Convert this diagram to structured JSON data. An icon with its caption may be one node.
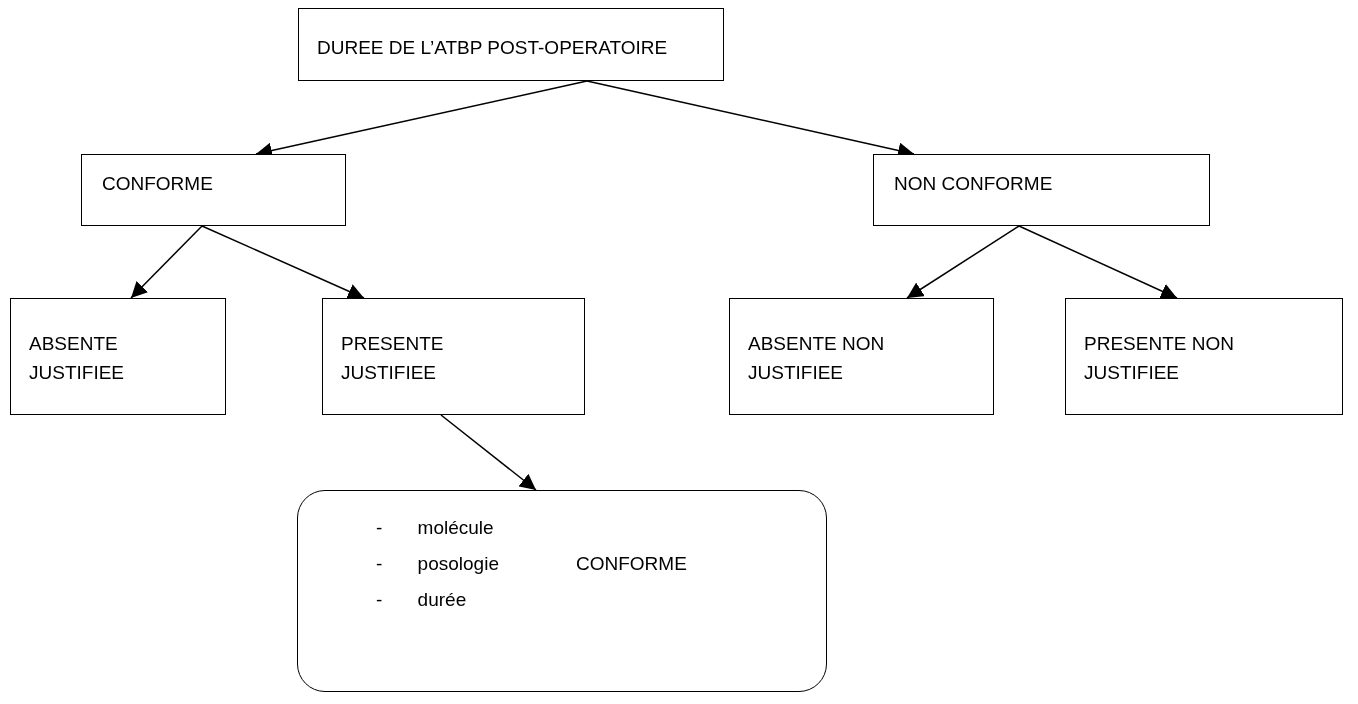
{
  "diagram": {
    "nodes": [
      {
        "text": [
          "DUREE DE L’ATBP POST-OPERATOIRE"
        ]
      },
      {
        "text": [
          "CONFORME"
        ]
      },
      {
        "text": [
          "NON CONFORME"
        ]
      },
      {
        "text": [
          "ABSENTE JUSTIFIEE"
        ]
      },
      {
        "text": [
          "PRESENTE JUSTIFIEE"
        ]
      },
      {
        "text": [
          "ABSENTE NON JUSTIFIEE"
        ]
      },
      {
        "text": [
          "PRESENTE NON JUSTIFIEE"
        ]
      },
      {
        "text": [
          "- molécule",
          "- posologie",
          "CONFORME",
          "- durée"
        ]
      }
    ],
    "edges": [
      {
        "from": 0,
        "to": 1,
        "arrow": "to"
      },
      {
        "from": 0,
        "to": 2,
        "arrow": "to"
      },
      {
        "from": 1,
        "to": 3,
        "arrow": "to"
      },
      {
        "from": 1,
        "to": 4,
        "arrow": "to"
      },
      {
        "from": 2,
        "to": 5,
        "arrow": "to"
      },
      {
        "from": 2,
        "to": 6,
        "arrow": "to"
      },
      {
        "from": 4,
        "to": 7,
        "arrow": "to"
      }
    ]
  }
}
